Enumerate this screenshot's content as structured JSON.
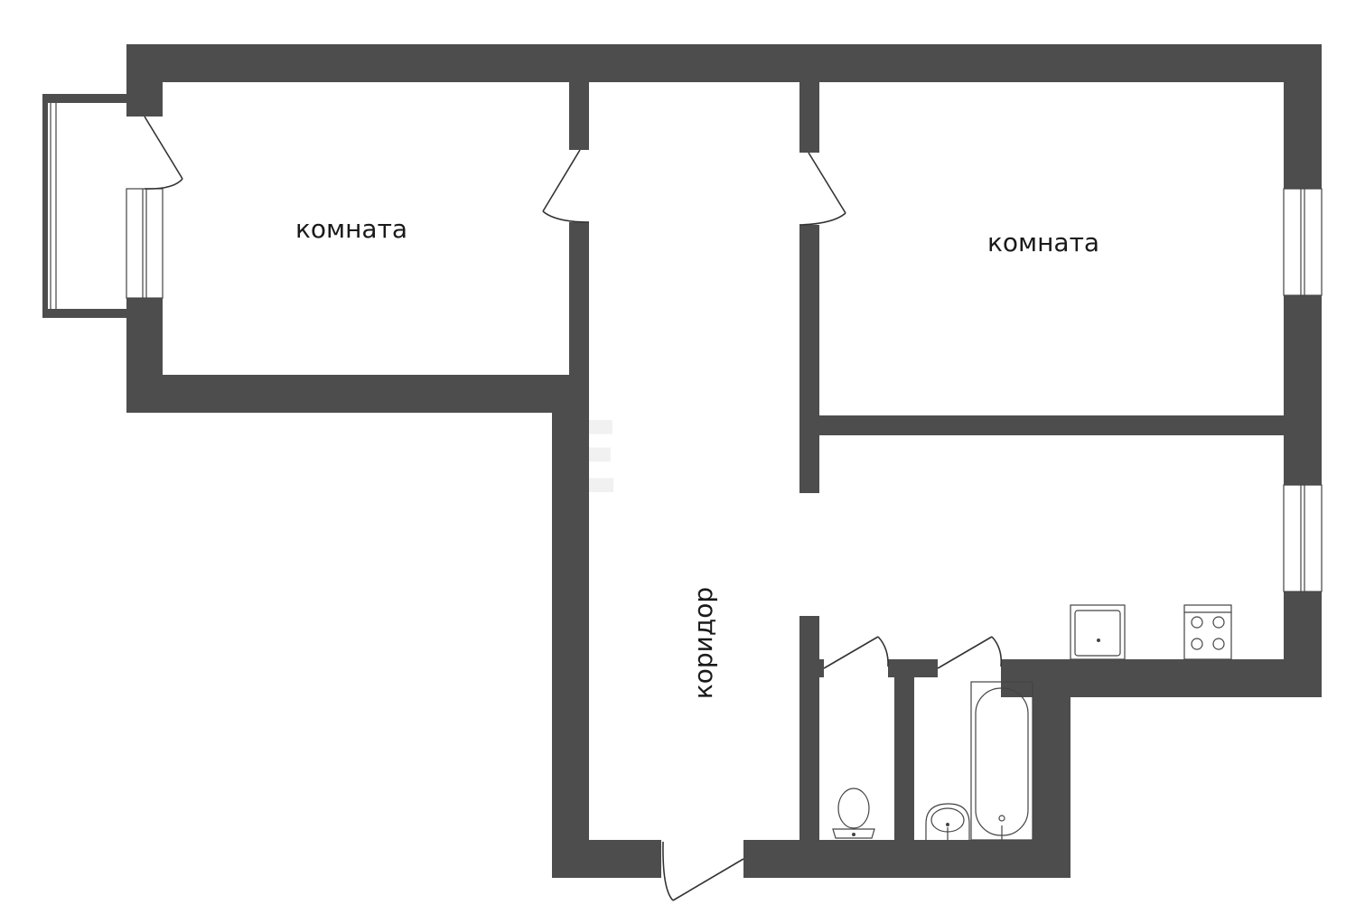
{
  "rooms": {
    "room_left": "комната",
    "room_right": "комната",
    "corridor": "коридор"
  },
  "colors": {
    "wall": "#4d4d4d",
    "background": "#ffffff"
  }
}
